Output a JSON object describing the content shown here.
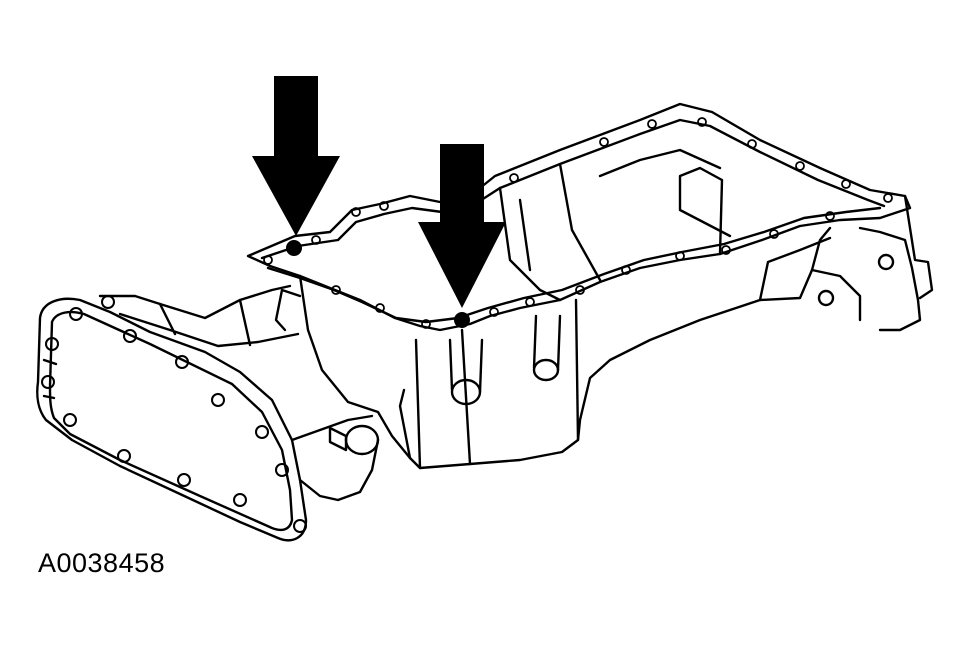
{
  "figure": {
    "id_label": "A0038458",
    "ink_color": "#000000",
    "background_color": "#ffffff",
    "arrows": [
      {
        "points_to": "gasket-bolt-left"
      },
      {
        "points_to": "gasket-bolt-center"
      }
    ]
  }
}
